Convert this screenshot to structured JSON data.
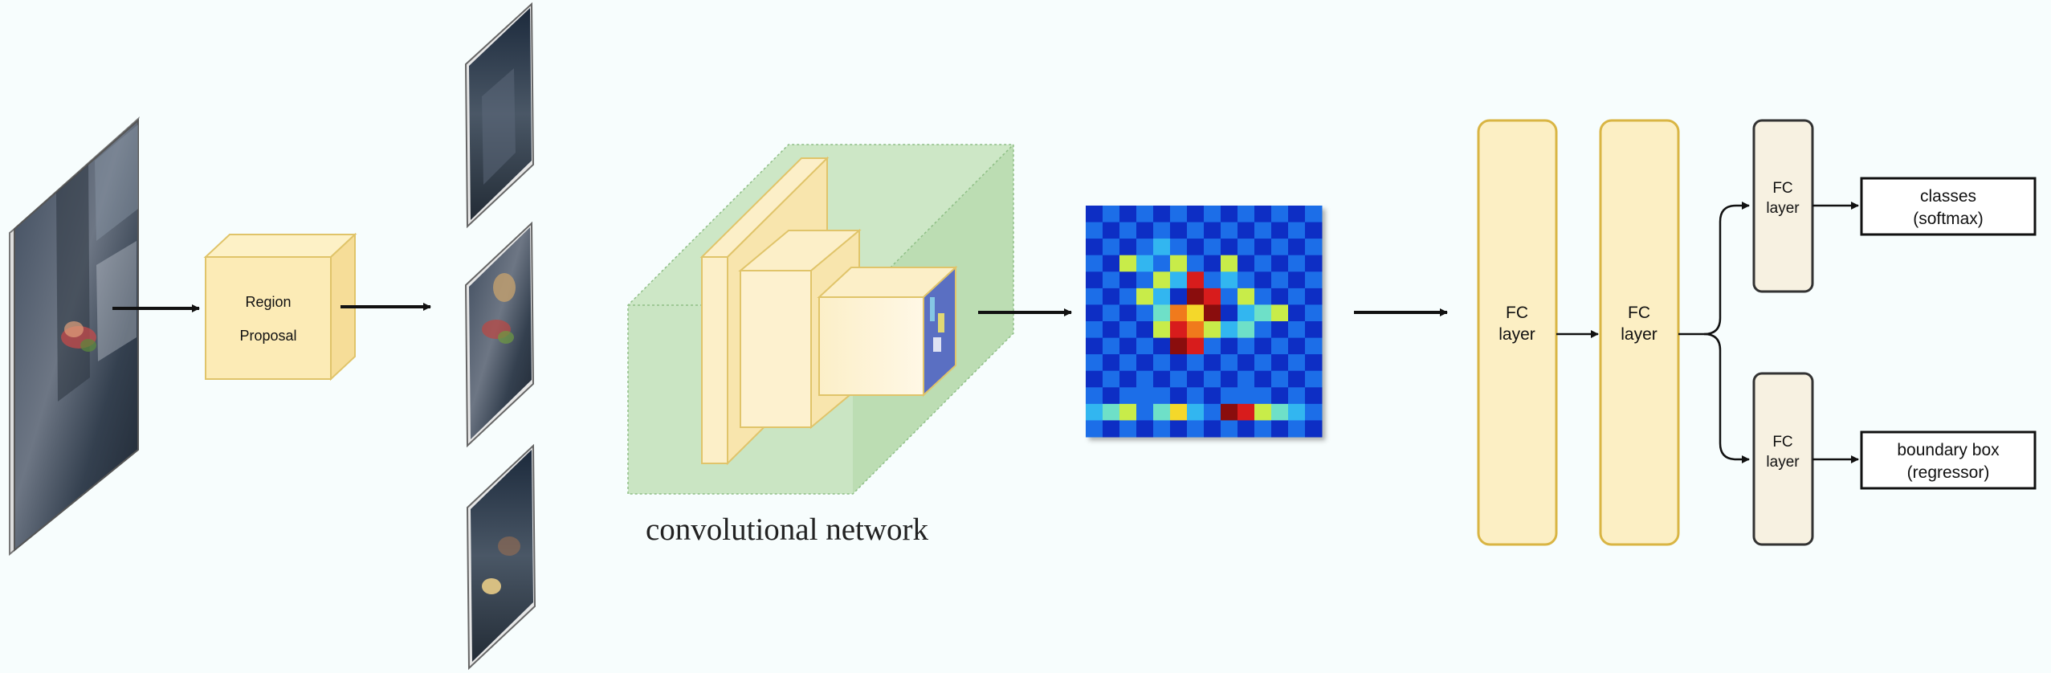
{
  "region_proposal": {
    "line1": "Region",
    "line2": "Proposal"
  },
  "conv_network": {
    "label": "convolutional network"
  },
  "fc_layers": [
    {
      "line1": "FC",
      "line2": "layer"
    },
    {
      "line1": "FC",
      "line2": "layer"
    },
    {
      "line1": "FC",
      "line2": "layer"
    },
    {
      "line1": "FC",
      "line2": "layer"
    }
  ],
  "outputs": [
    {
      "line1": "classes",
      "line2": "(softmax)"
    },
    {
      "line1": "boundary box",
      "line2": "(regressor)"
    }
  ],
  "colors": {
    "background": "#f7fdfd",
    "proposal_fill": "#fcebb6",
    "proposal_stroke": "#e0c46a",
    "conv_box_fill": "#b8dbb0",
    "fc_fill": "#fcefc4",
    "fc_stroke": "#d9b544",
    "fc_small_fill": "#f7f1e1",
    "fc_small_stroke": "#333333",
    "arrow": "#111111"
  },
  "icons": [
    "photo-input-icon",
    "region-crop-icon",
    "feature-heatmap-icon"
  ]
}
